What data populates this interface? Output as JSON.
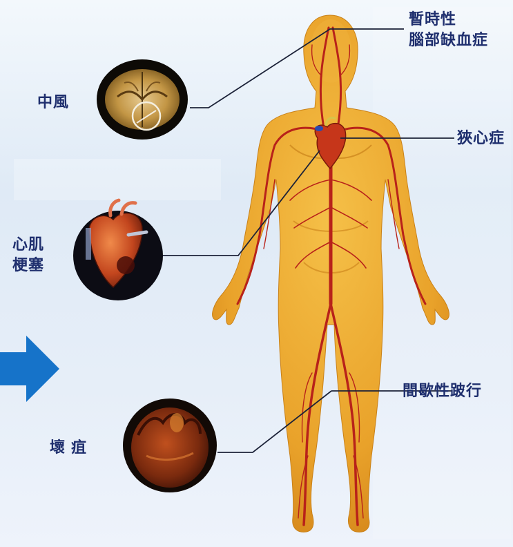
{
  "labels": {
    "stroke": "中風",
    "tia": [
      "暫時性",
      "腦部缺血症"
    ],
    "angina": "狹心症",
    "mi": [
      "心肌",
      "梗塞"
    ],
    "claudication": "間歇性跛行",
    "gangrene": "壞疽"
  },
  "icons": {
    "pointer": "arrow-right-icon",
    "brain": "brain-scan-icon",
    "heart": "heart-icon",
    "gangrene": "gangrene-foot-icon"
  },
  "colors": {
    "label_text": "#1f2f6e",
    "leader_line": "#1c2238",
    "arrow": "#1673c9",
    "body_skin": "#e7a028",
    "artery": "#b8221a",
    "background": "#e6eef8"
  }
}
